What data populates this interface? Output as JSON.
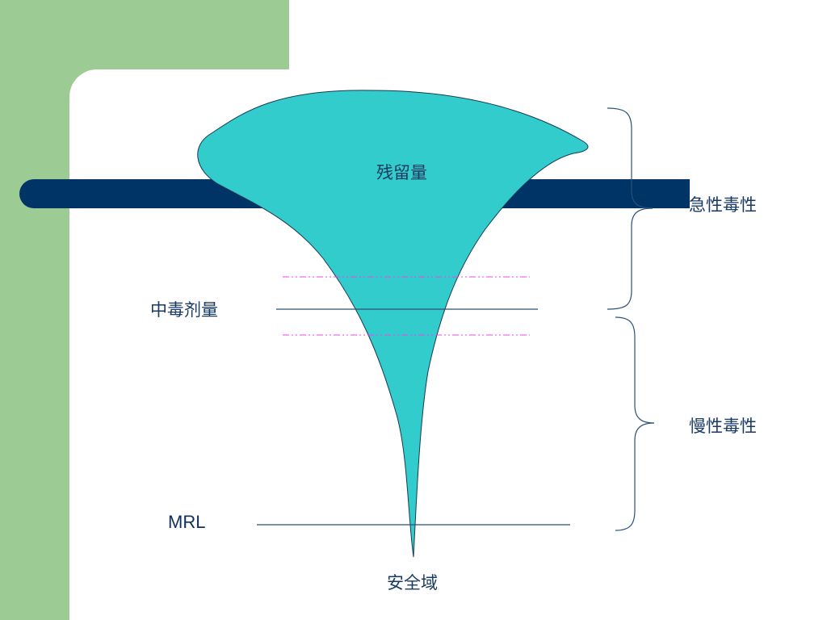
{
  "labels": {
    "residue": "残留量",
    "acute": "急性毒性",
    "toxic_dose": "中毒剂量",
    "chronic": "慢性毒性",
    "mrl": "MRL",
    "safe_zone": "安全域"
  },
  "colors": {
    "background_green": "#9ccc94",
    "panel": "#ffffff",
    "bar": "#003366",
    "funnel_fill": "#33cccc",
    "line": "#2b4f7a",
    "dashed_line": "#ee44ee",
    "label": "#1a3a66"
  }
}
